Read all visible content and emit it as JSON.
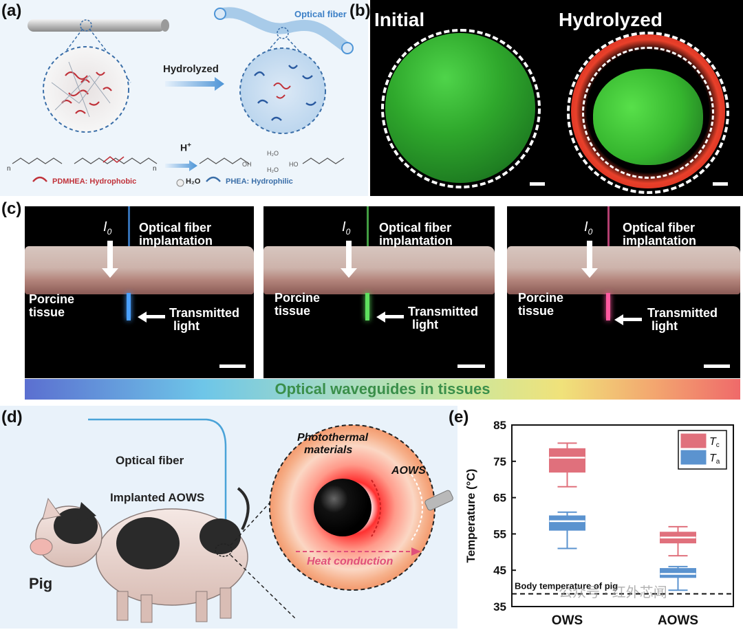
{
  "panels": {
    "a": "(a)",
    "b": "(b)",
    "c": "(c)",
    "d": "(d)",
    "e": "(e)"
  },
  "panel_a": {
    "optical_fiber": "Optical fiber",
    "hydrolyzed": "Hydrolyzed",
    "h_plus": "H",
    "h_plus_sup": "+",
    "pdmhea": "PDMHEA: Hydrophobic",
    "h2o": "H₂O",
    "phea": "PHEA: Hydrophilic",
    "chem_left": "n",
    "chem_right": "n",
    "h2o_a": "H₂O",
    "h2o_b": "H₂O",
    "oh_a": "OH",
    "ho_b": "HO"
  },
  "panel_b": {
    "initial": "Initial",
    "hydrolyzed": "Hydrolyzed"
  },
  "panel_c": {
    "photos": [
      {
        "i0": "I",
        "i0_sub": "0",
        "fiber": "Optical fiber",
        "implant": "implantation",
        "porcine": "Porcine",
        "tissue": "tissue",
        "transmitted": "Transmitted",
        "light": "light",
        "color": "#4aa0ff"
      },
      {
        "i0": "I",
        "i0_sub": "0",
        "fiber": "Optical fiber",
        "implant": "implantation",
        "porcine": "Porcine",
        "tissue": "tissue",
        "transmitted": "Transmitted",
        "light": "light",
        "color": "#5ee05e"
      },
      {
        "i0": "I",
        "i0_sub": "0",
        "fiber": "Optical fiber",
        "implant": "implantation",
        "porcine": "Porcine",
        "tissue": "tissue",
        "transmitted": "Transmitted",
        "light": "light",
        "color": "#ff5aa0"
      }
    ],
    "gradient_label": "Optical waveguides in tissues"
  },
  "panel_d": {
    "optical_fiber": "Optical fiber",
    "implanted": "Implanted AOWS",
    "pig": "Pig",
    "photothermal_1": "Photothermal",
    "photothermal_2": "materials",
    "aows": "AOWS",
    "heat": "Heat conduction"
  },
  "chart_data": {
    "type": "box",
    "title": "",
    "xlabel": "",
    "ylabel": "Temperature (°C)",
    "ylim": [
      35,
      85
    ],
    "yticks": [
      35,
      45,
      55,
      65,
      75,
      85
    ],
    "categories": [
      "OWS",
      "AOWS"
    ],
    "series": [
      {
        "name": "T_c",
        "label": "T",
        "sub": "c",
        "color": "#e0707c",
        "boxes": [
          {
            "category": "OWS",
            "min": 68,
            "q1": 72,
            "median": 76,
            "q3": 78.5,
            "max": 80
          },
          {
            "category": "AOWS",
            "min": 49,
            "q1": 52.5,
            "median": 54,
            "q3": 55.5,
            "max": 57
          }
        ]
      },
      {
        "name": "T_a",
        "label": "T",
        "sub": "a",
        "color": "#5b93cf",
        "boxes": [
          {
            "category": "OWS",
            "min": 51,
            "q1": 56,
            "median": 58.5,
            "q3": 60,
            "max": 61
          },
          {
            "category": "AOWS",
            "min": 39.5,
            "q1": 43,
            "median": 44,
            "q3": 45.5,
            "max": 46
          }
        ]
      }
    ],
    "reference_line": {
      "value": 38.5,
      "label": "Body temperature of pig"
    },
    "legend": "top-right",
    "grid": false
  },
  "watermark": "公众号 · 红外芯闻"
}
